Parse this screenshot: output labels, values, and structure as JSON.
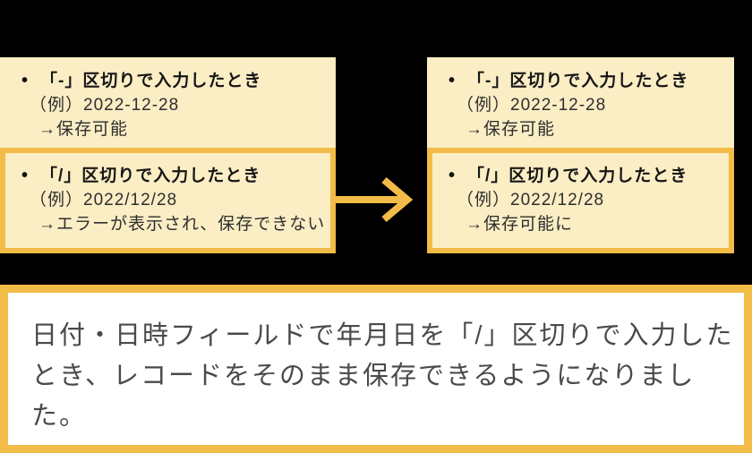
{
  "colors": {
    "background": "#000000",
    "box_fill": "#FBEDC4",
    "accent_amber": "#F2BC48",
    "caption_background": "#FFFFFF",
    "title_text": "#161616",
    "body_text": "#2E2E2E",
    "caption_text": "#4A4A4A"
  },
  "glyphs": {
    "bullet": "•"
  },
  "before_box": {
    "sections": [
      {
        "title": "「-」区切りで入力したとき",
        "example": "（例）2022-12-28",
        "result": "→保存可能",
        "highlighted": false
      },
      {
        "title": "「/」区切りで入力したとき",
        "example": "（例）2022/12/28",
        "result": "→エラーが表示され、保存できない",
        "highlighted": true
      }
    ]
  },
  "after_box": {
    "sections": [
      {
        "title": "「-」区切りで入力したとき",
        "example": "（例）2022-12-28",
        "result": "→保存可能",
        "highlighted": false
      },
      {
        "title": "「/」区切りで入力したとき",
        "example": "（例）2022/12/28",
        "result": "→保存可能に",
        "highlighted": true
      }
    ]
  },
  "caption": {
    "lines": [
      "日付・日時フィールドで年月日を「/」区切りで入力した",
      "とき、レコードをそのまま保存できるようになりまし",
      "た。"
    ]
  }
}
